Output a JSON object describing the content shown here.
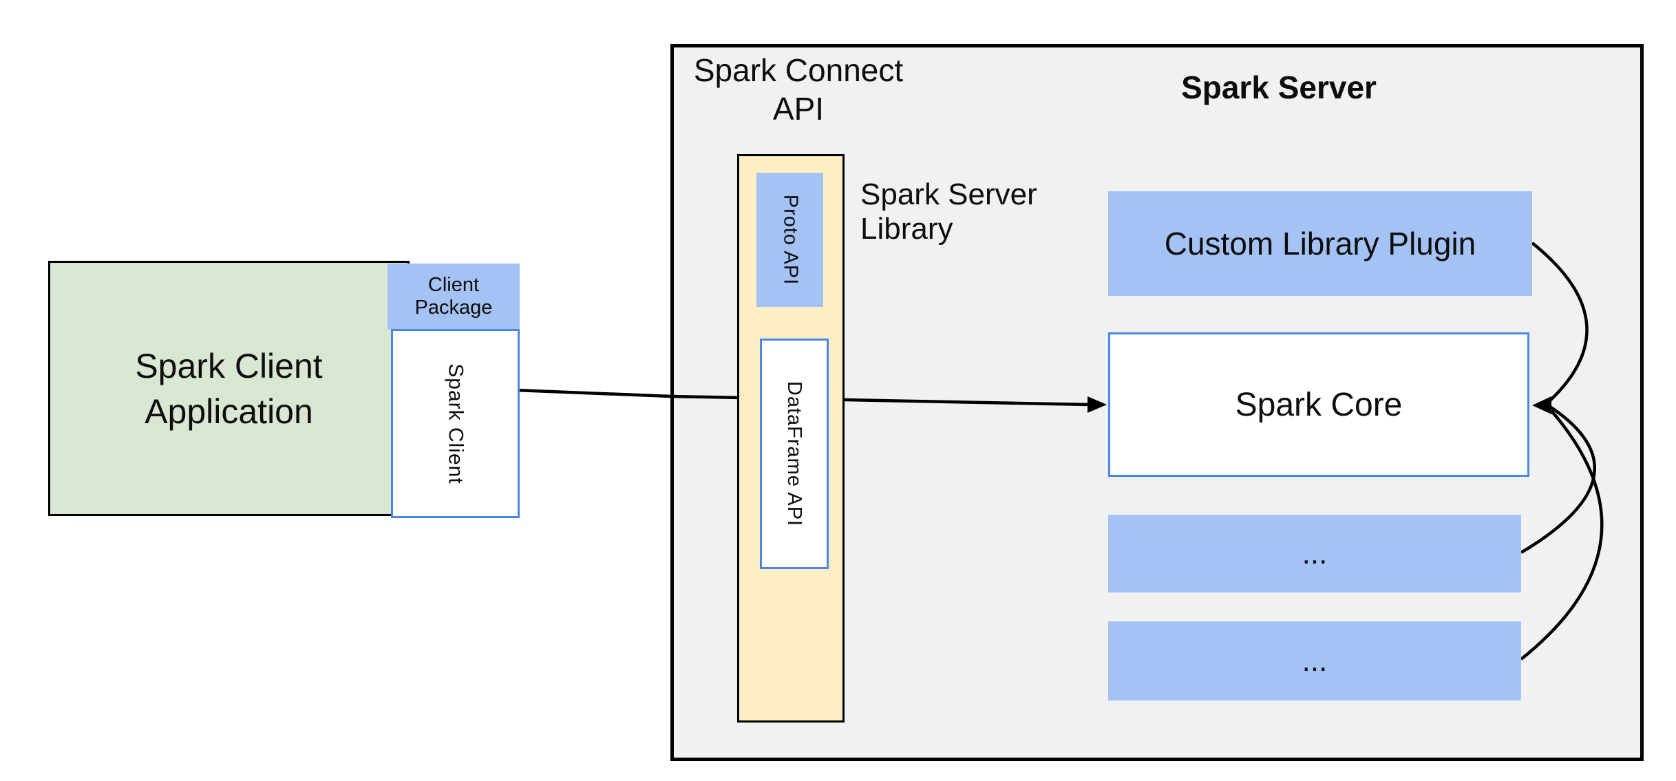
{
  "client": {
    "app_line1": "Spark Client",
    "app_line2": "Application",
    "package_line1": "Client",
    "package_line2": "Package",
    "spark_client": "Spark Client"
  },
  "connect": {
    "title_line1": "Spark Connect",
    "title_line2": "API",
    "proto": "Proto API",
    "dataframe": "DataFrame API",
    "library_line1": "Spark Server",
    "library_line2": "Library"
  },
  "server": {
    "title": "Spark Server",
    "plugin": "Custom Library Plugin",
    "core": "Spark Core",
    "more1": "...",
    "more2": "..."
  },
  "colors": {
    "blue": "#a4c2f4",
    "green": "#d9e7d2",
    "yellow": "#fdeec6",
    "gray": "#f1f1f2",
    "border_blue": "#4a86e8",
    "line": "#000000"
  }
}
